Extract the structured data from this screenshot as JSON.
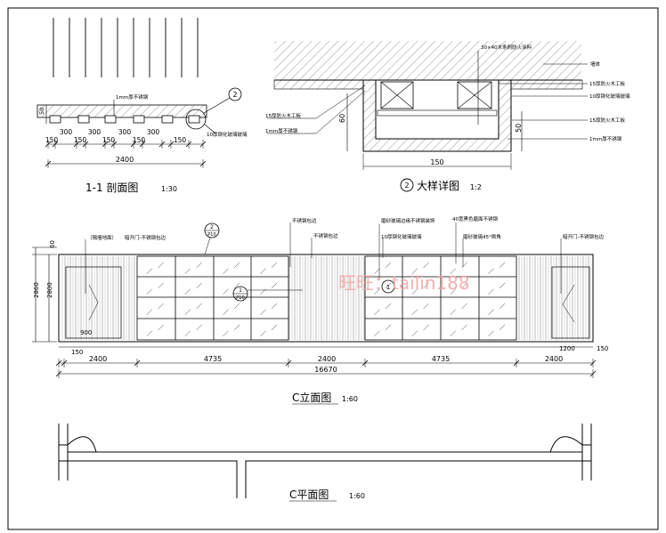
{
  "section_1": {
    "title": "1-1  剖面图",
    "scale": "1:30",
    "bubble_number": "2",
    "label_stainless": "1mm厚不锈钢",
    "label_glass": "10厚钢化玻璃玻璃",
    "dim_height": "50",
    "dims_bottom": [
      "150",
      "300",
      "150",
      "300",
      "150",
      "300",
      "150",
      "300",
      "150"
    ],
    "dim_total": "2400"
  },
  "detail_2": {
    "title": "大样详图",
    "bubble_number": "2",
    "scale": "1:2",
    "label_top": "30×40木条刷防火涂料",
    "label_wall": "墙体",
    "label_right_1": "15厚防火木工板",
    "label_right_2": "10厚钢化玻璃玻璃",
    "label_right_3": "15厚防火木工板",
    "label_right_4": "1mm厚不锈钢",
    "label_left_1": "15厚防火木工板",
    "label_left_2": "1mm厚不锈钢",
    "dim_left": "60",
    "dim_right": "50",
    "dim_bottom": "150"
  },
  "elevation_c": {
    "title": "C立面图",
    "scale": "1:60",
    "watermark": "旺旺：tailin188",
    "callouts": [
      "（隔墙地面）",
      "暗开门-不锈钢包边",
      "不锈钢包边",
      "不锈钢包边",
      "磨砂玻璃边缘不锈钢装饰",
      "10厚钢化玻璃玻璃",
      "40宽黑色磨面不锈钢",
      "磨砂玻璃45°倒角",
      "暗开门-不锈钢包边"
    ],
    "bubble_a": {
      "top": "2",
      "bottom": "P10"
    },
    "bubble_b": {
      "top": "1",
      "bottom": "P10"
    },
    "bubble_c": "1",
    "dims_left": [
      "60",
      "2860",
      "2800"
    ],
    "dims_bottom": [
      "2400",
      "4735",
      "2400",
      "4735",
      "2400"
    ],
    "dim_left_small": "150",
    "dim_right_small": "150",
    "dim_door_left": "900",
    "dim_door_right": "1200",
    "dim_total": "16670"
  },
  "plan_c": {
    "title": "C平面图",
    "scale": "1:60"
  }
}
